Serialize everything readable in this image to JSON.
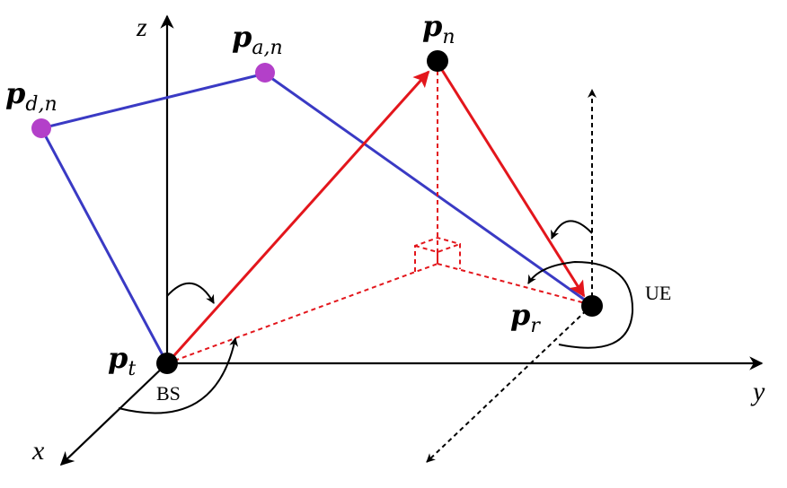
{
  "axes": {
    "x": "x",
    "y": "y",
    "z": "z"
  },
  "points": {
    "pt": {
      "main": "p",
      "sub": "t"
    },
    "pn": {
      "main": "p",
      "sub": "n"
    },
    "pr": {
      "main": "p",
      "sub": "r"
    },
    "pan": {
      "main": "p",
      "sub": "a,n"
    },
    "pdn": {
      "main": "p",
      "sub": "d,n"
    }
  },
  "nodes": {
    "bs": "BS",
    "ue": "UE"
  },
  "colors": {
    "axis": "#000000",
    "blue_path": "#3a3ac4",
    "red_path": "#e3161c",
    "node_black": "#000000",
    "node_magenta": "#b340c9"
  }
}
